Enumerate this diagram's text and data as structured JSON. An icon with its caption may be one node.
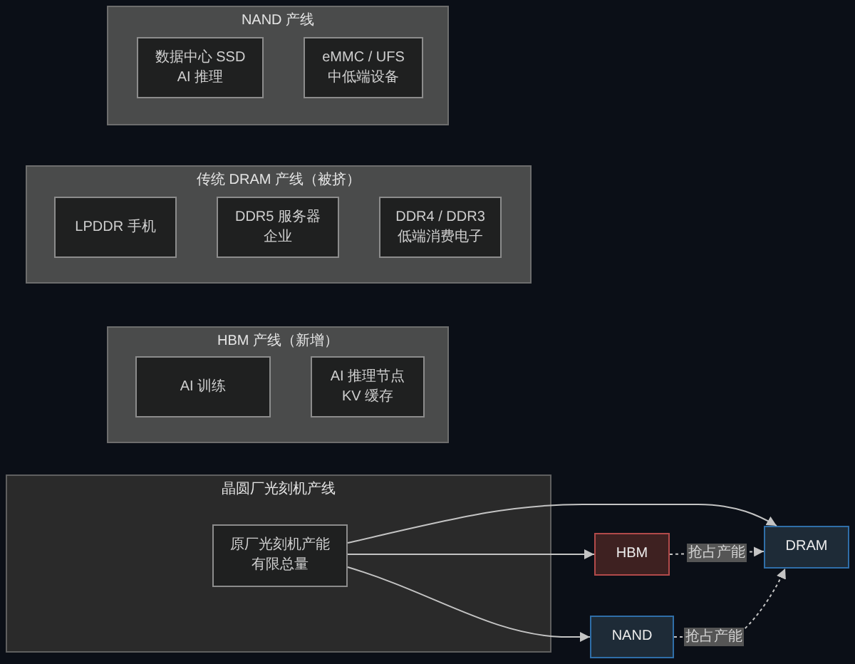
{
  "diagram": {
    "nodes": [
      {
        "text": [
          "NAND 产线"
        ]
      },
      {
        "text": [
          "数据中心 SSD AI 推理"
        ],
        "in": 0
      },
      {
        "text": [
          "eMMC / UFS 中低端设备"
        ],
        "in": 0
      },
      {
        "text": [
          "传统 DRAM 产线（被挤）"
        ]
      },
      {
        "text": [
          "LPDDR 手机"
        ],
        "in": 3
      },
      {
        "text": [
          "DDR5 服务器企业"
        ],
        "in": 3
      },
      {
        "text": [
          "DDR4 / DDR3 低端消费电子"
        ],
        "in": 3
      },
      {
        "text": [
          "HBM 产线（新增）"
        ]
      },
      {
        "text": [
          "AI 训练"
        ],
        "in": 7
      },
      {
        "text": [
          "AI 推理节点 KV 缓存"
        ],
        "in": 7
      },
      {
        "text": [
          "晶圆厂光刻机产线"
        ]
      },
      {
        "text": [
          "原厂光刻机产能有限总量"
        ],
        "in": 10
      },
      {
        "text": [
          "HBM"
        ]
      },
      {
        "text": [
          "NAND"
        ]
      },
      {
        "text": [
          "DRAM"
        ]
      }
    ],
    "edges": [
      {
        "from": 11,
        "to": 14,
        "arrow": "to"
      },
      {
        "from": 11,
        "to": 12,
        "arrow": "to"
      },
      {
        "from": 11,
        "to": 13,
        "arrow": "to"
      },
      {
        "from": 12,
        "to": 14,
        "arrow": "to",
        "label": "抢占产能",
        "style": "dashed"
      },
      {
        "from": 13,
        "to": 14,
        "arrow": "to",
        "label": "抢占产能",
        "style": "dashed"
      }
    ]
  }
}
